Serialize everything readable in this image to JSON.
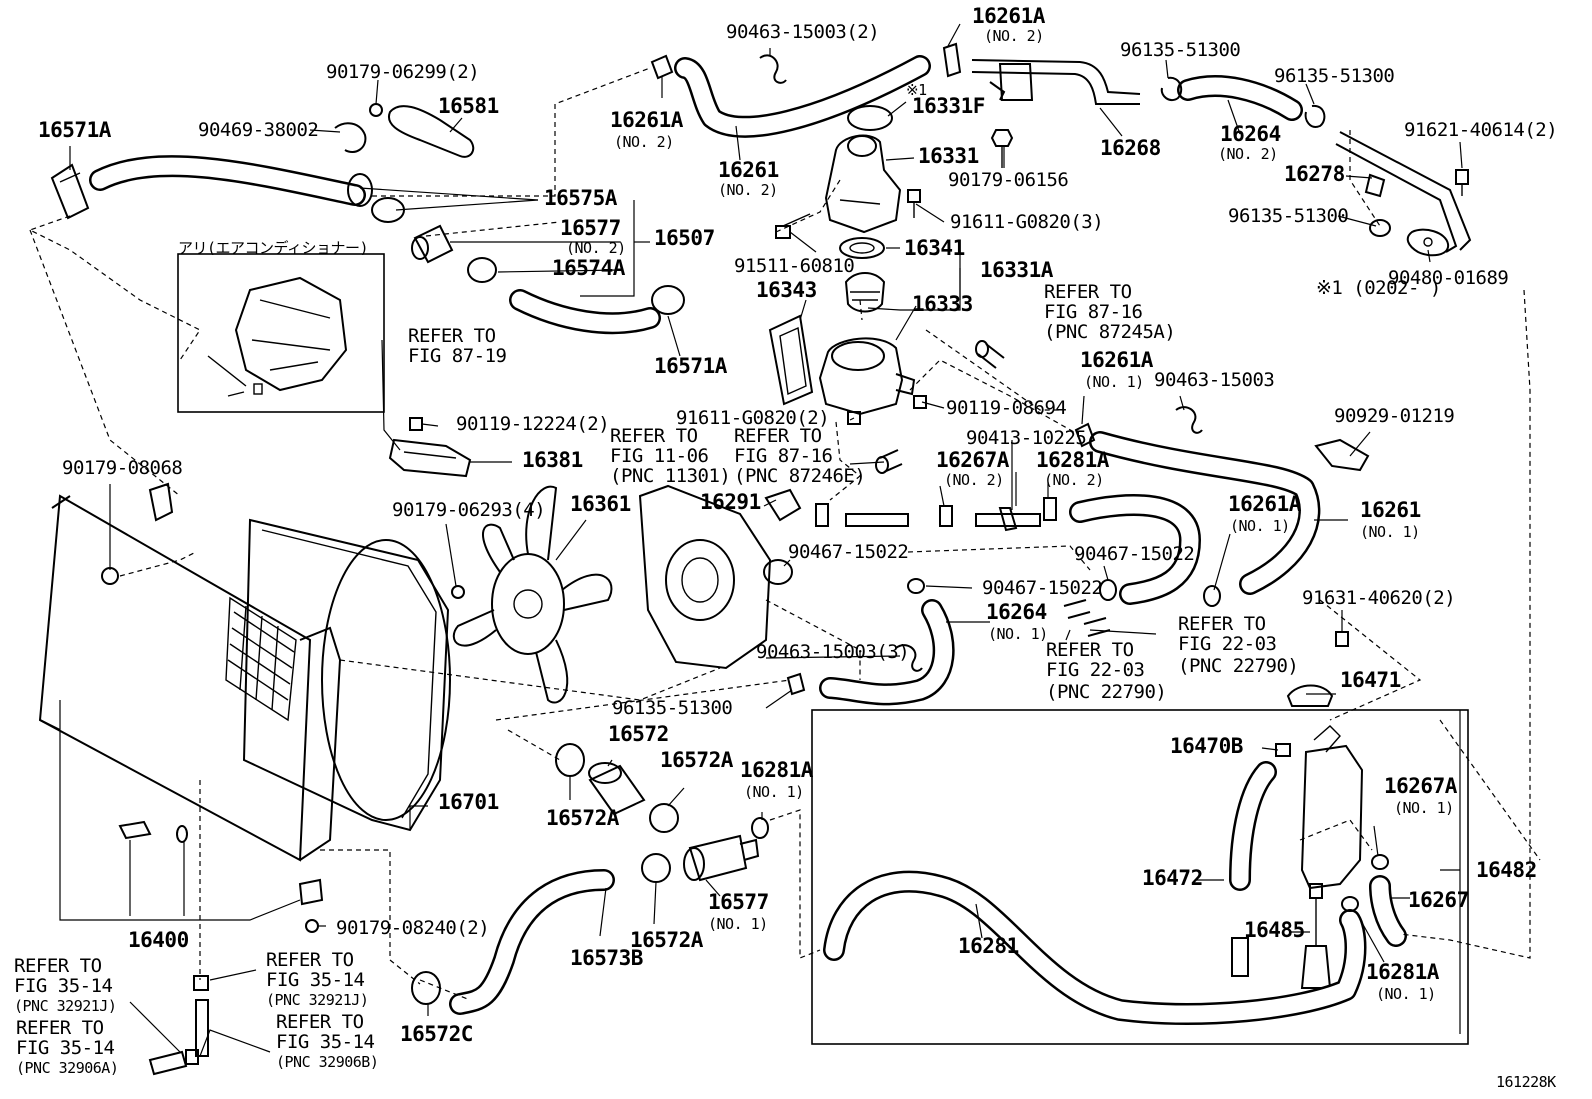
{
  "diagram": {
    "code": "161228K",
    "header_note": "※1 (0202-      )",
    "aircon_caption": "アリ(エアコンディショナー)",
    "labels": {
      "l16571A_top": "16571A",
      "l90179_06299": "90179-06299(2)",
      "l16581": "16581",
      "l90469_38002": "90469-38002",
      "l16575A": "16575A",
      "l16577_2": "16577",
      "l16577_2s": "(NO. 2)",
      "l16507": "16507",
      "l16574A": "16574A",
      "l16571A_mid": "16571A",
      "l16261A_top": "16261A",
      "l16261A_top_s": "(NO. 2)",
      "l90463_15003_2": "90463-15003(2)",
      "l16261_2": "16261",
      "l16261_2s": "(NO. 2)",
      "l16261A_tr": "16261A",
      "l16261A_tr_s": "(NO. 2)",
      "l16331F": "16331F",
      "l16331F_note": "※1",
      "l16331": "16331",
      "l90179_06156": "90179-06156",
      "l16268": "16268",
      "l96135_51300_a": "96135-51300",
      "l96135_51300_b": "96135-51300",
      "l16264_2": "16264",
      "l16264_2s": "(NO. 2)",
      "l91621_40614": "91621-40614(2)",
      "l16278": "16278",
      "l96135_51300_c": "96135-51300",
      "l90480_01689": "90480-01689",
      "l91611_G0820_3": "91611-G0820(3)",
      "l91511_60810": "91511-60810",
      "l16341": "16341",
      "l16331A": "16331A",
      "l16343": "16343",
      "l16333": "16333",
      "l_refer_8716a": "REFER TO",
      "l_refer_8716a2": "FIG 87-16",
      "l_refer_8716a3": "(PNC 87245A)",
      "l_refer_8719": "REFER TO",
      "l_refer_8719b": "FIG 87-19",
      "l16261A_1a": "16261A",
      "l16261A_1as": "(NO. 1)",
      "l90463_15003_b": "90463-15003",
      "l90119_08694": "90119-08694",
      "l91611_G0820_2": "91611-G0820(2)",
      "l90119_12224": "90119-12224(2)",
      "l16381": "16381",
      "l_refer_1106": "REFER TO",
      "l_refer_1106b": "FIG 11-06",
      "l_refer_1106c": "(PNC 11301)",
      "l_refer_8716b": "REFER TO",
      "l_refer_8716b2": "FIG 87-16",
      "l_refer_8716b3": "(PNC 87246E)",
      "l90413_10225": "90413-10225",
      "l16267A_2": "16267A",
      "l16267A_2s": "(NO. 2)",
      "l16281A_2": "16281A",
      "l16281A_2s": "(NO. 2)",
      "l90929_01219": "90929-01219",
      "l90179_08068": "90179-08068",
      "l16361": "16361",
      "l16291": "16291",
      "l90179_06293": "90179-06293(4)",
      "l90467_15022_a": "90467-15022",
      "l16261A_1b": "16261A",
      "l16261A_1bs": "(NO. 1)",
      "l16261_1": "16261",
      "l16261_1s": "(NO. 1)",
      "l90467_15022_b": "90467-15022",
      "l90467_15022_c": "90467-15022",
      "l16264_1": "16264",
      "l16264_1s": "(NO. 1)",
      "l91631_40620": "91631-40620(2)",
      "l_refer_2203a": "REFER TO",
      "l_refer_2203a2": "FIG 22-03",
      "l_refer_2203a3": "(PNC 22790)",
      "l_refer_2203b": "REFER TO",
      "l_refer_2203b2": "FIG 22-03",
      "l_refer_2203b3": "(PNC 22790)",
      "l90463_15003_3": "90463-15003(3)",
      "l16471": "16471",
      "l96135_51300_d": "96135-51300",
      "l16572": "16572",
      "l16572A_a": "16572A",
      "l16281A_1a": "16281A",
      "l16281A_1as": "(NO. 1)",
      "l16470B": "16470B",
      "l16572A_b": "16572A",
      "l16701": "16701",
      "l16267A_1": "16267A",
      "l16267A_1s": "(NO. 1)",
      "l16482": "16482",
      "l16577_1": "16577",
      "l16577_1s": "(NO. 1)",
      "l16472": "16472",
      "l16400": "16400",
      "l16572A_c": "16572A",
      "l16573B": "16573B",
      "l90179_08240": "90179-08240(2)",
      "l16281": "16281",
      "l16485": "16485",
      "l16267": "16267",
      "l_refer_3514a": "REFER TO",
      "l_refer_3514a2": "FIG 35-14",
      "l_refer_3514a3": "(PNC 32921J)",
      "l16281A_1b": "16281A",
      "l16281A_1bs": "(NO. 1)",
      "l_refer_3514b": "REFER TO",
      "l_refer_3514b2": "FIG 35-14",
      "l_refer_3514b3": "(PNC 32921J)",
      "l_refer_3514c": "REFER TO",
      "l_refer_3514c2": "FIG 35-14",
      "l_refer_3514c3": "(PNC 32906A)",
      "l_refer_3514d": "REFER TO",
      "l_refer_3514d2": "FIG 35-14",
      "l_refer_3514d3": "(PNC 32906B)",
      "l16572C": "16572C"
    }
  }
}
